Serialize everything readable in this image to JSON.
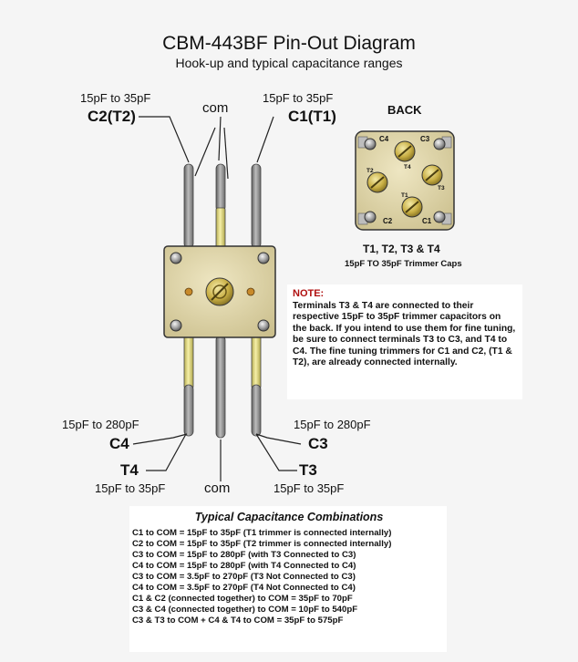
{
  "header": {
    "title": "CBM-443BF Pin-Out Diagram",
    "subtitle": "Hook-up and typical capacitance ranges"
  },
  "top_labels": {
    "left_range": "15pF to 35pF",
    "left_pin": "C2(T2)",
    "center_pin": "com",
    "right_range": "15pF to 35pF",
    "right_pin": "C1(T1)"
  },
  "back_view": {
    "label": "BACK",
    "corner_labels": [
      "C4",
      "C3",
      "C2",
      "C1"
    ],
    "trimmer_labels": [
      "T2",
      "T4",
      "T1",
      "T3"
    ],
    "caption_line1": "T1,  T2,  T3  &  T4",
    "caption_line2": "15pF TO 35pF Trimmer Caps"
  },
  "note": {
    "heading": "NOTE:",
    "text": "Terminals T3 & T4 are connected to their respective 15pF to 35pF trimmer capacitors on the back. If you intend to use them for fine tuning, be sure to connect terminals T3 to C3, and T4 to C4. The fine tuning trimmers for C1 and C2, (T1 & T2), are already connected internally."
  },
  "bottom_labels": {
    "c4_range": "15pF to 280pF",
    "c4_pin": "C4",
    "c3_range": "15pF to 280pF",
    "c3_pin": "C3",
    "t4_pin": "T4",
    "t4_range": "15pF to 35pF",
    "com": "com",
    "t3_pin": "T3",
    "t3_range": "15pF to 35pF"
  },
  "combinations": {
    "title": "Typical Capacitance Combinations",
    "rows": [
      "C1 to COM = 15pF to 35pF (T1 trimmer is connected internally)",
      "C2 to COM = 15pF to 35pF (T2 trimmer is connected internally)",
      "C3 to COM = 15pF to 280pF (with T3 Connected to C3)",
      "C4 to COM = 15pF to 280pF (with T4 Connected to C4)",
      "C3 to COM = 3.5pF to 270pF (T3 Not Connected to C3)",
      "C4 to COM = 3.5pF to 270pF (T4 Not Connected to C4)",
      "C1 & C2 (connected together) to COM = 35pF to 70pF",
      "C3 & C4 (connected together) to COM = 10pF to 540pF",
      "C3 & T3 to COM + C4 & T4 to COM = 35pF to 575pF"
    ]
  },
  "colors": {
    "background": "#f5f5f5",
    "capacitor_body": "#d9cfa0",
    "pin_gray": "#8a8a8a",
    "pin_yellow": "#e9e08a",
    "brass": "#c9b24a",
    "note_heading": "#b01010"
  }
}
